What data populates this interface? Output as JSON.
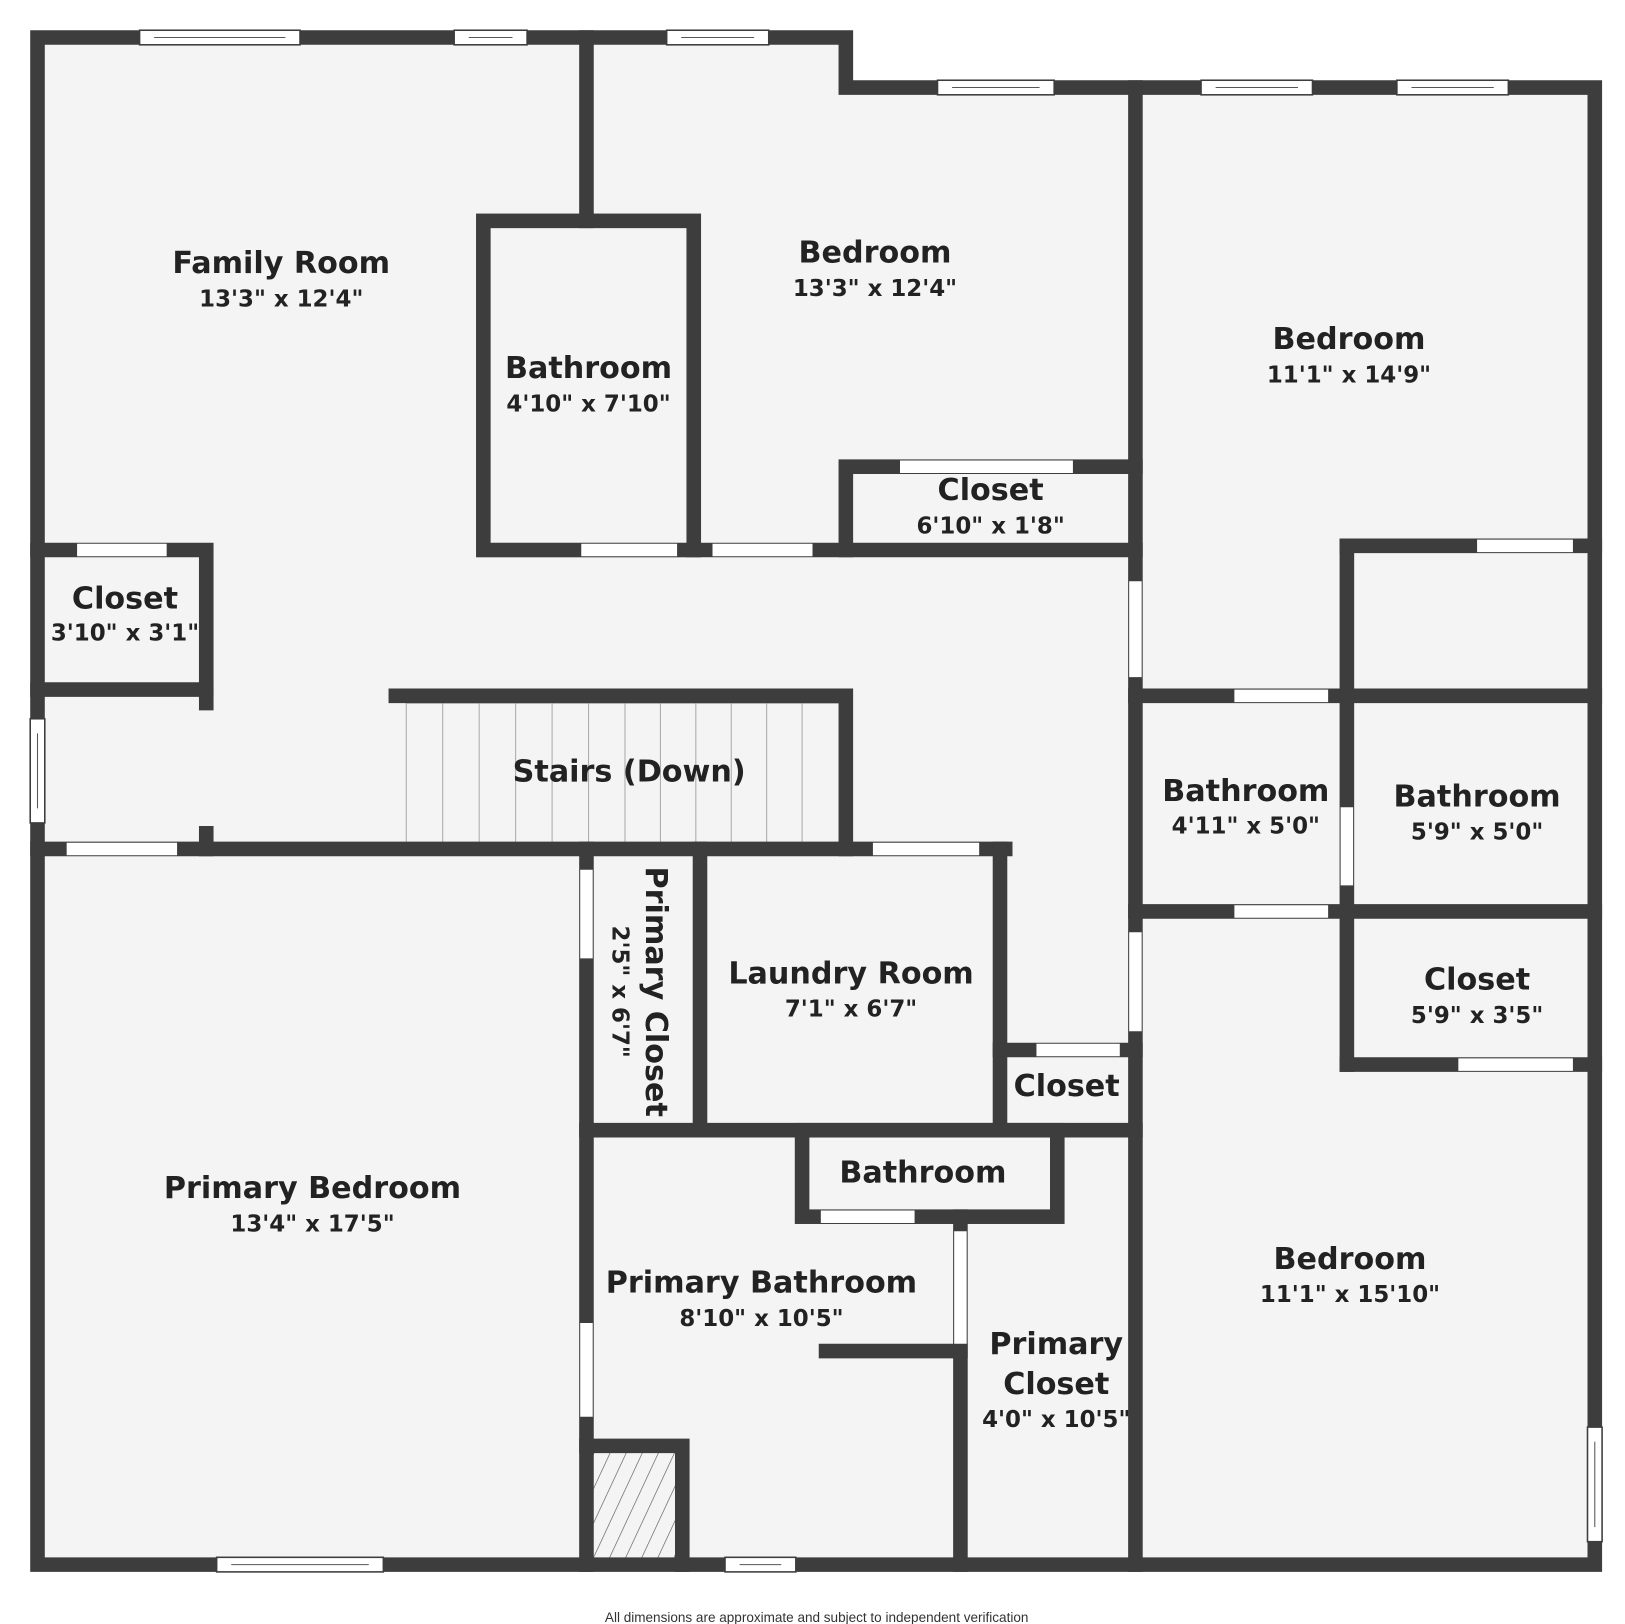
{
  "rooms": {
    "family_room": {
      "name": "Family Room",
      "dims": "13'3\" x 12'4\""
    },
    "bedroom_top": {
      "name": "Bedroom",
      "dims": "13'3\" x 12'4\""
    },
    "bathroom_top": {
      "name": "Bathroom",
      "dims": "4'10\" x 7'10\""
    },
    "bedroom_right": {
      "name": "Bedroom",
      "dims": "11'1\" x 14'9\""
    },
    "closet_mid": {
      "name": "Closet",
      "dims": "6'10\" x 1'8\""
    },
    "closet_left": {
      "name": "Closet",
      "dims": "3'10\" x 3'1\""
    },
    "stairs": {
      "name": "Stairs (Down)"
    },
    "bathroom_r1": {
      "name": "Bathroom",
      "dims": "4'11\" x 5'0\""
    },
    "bathroom_r2": {
      "name": "Bathroom",
      "dims": "5'9\" x 5'0\""
    },
    "closet_r": {
      "name": "Closet",
      "dims": "5'9\" x 3'5\""
    },
    "primary_closet_small": {
      "name": "Primary Closet",
      "dims": "2'5\" x 6'7\""
    },
    "laundry": {
      "name": "Laundry Room",
      "dims": "7'1\" x 6'7\""
    },
    "closet_small": {
      "name": "Closet"
    },
    "bathroom_small": {
      "name": "Bathroom"
    },
    "primary_bedroom": {
      "name": "Primary Bedroom",
      "dims": "13'4\" x 17'5\""
    },
    "primary_bathroom": {
      "name": "Primary Bathroom",
      "dims": "8'10\" x 10'5\""
    },
    "primary_closet": {
      "name_line1": "Primary",
      "name_line2": "Closet",
      "dims": "4'0\" x 10'5\""
    },
    "bedroom_bottom": {
      "name": "Bedroom",
      "dims": "11'1\" x 15'10\""
    }
  },
  "footer": {
    "note": "All dimensions are approximate and subject to independent verification"
  },
  "colors": {
    "wall": "#3d3d3d",
    "floor": "#f4f4f4"
  }
}
